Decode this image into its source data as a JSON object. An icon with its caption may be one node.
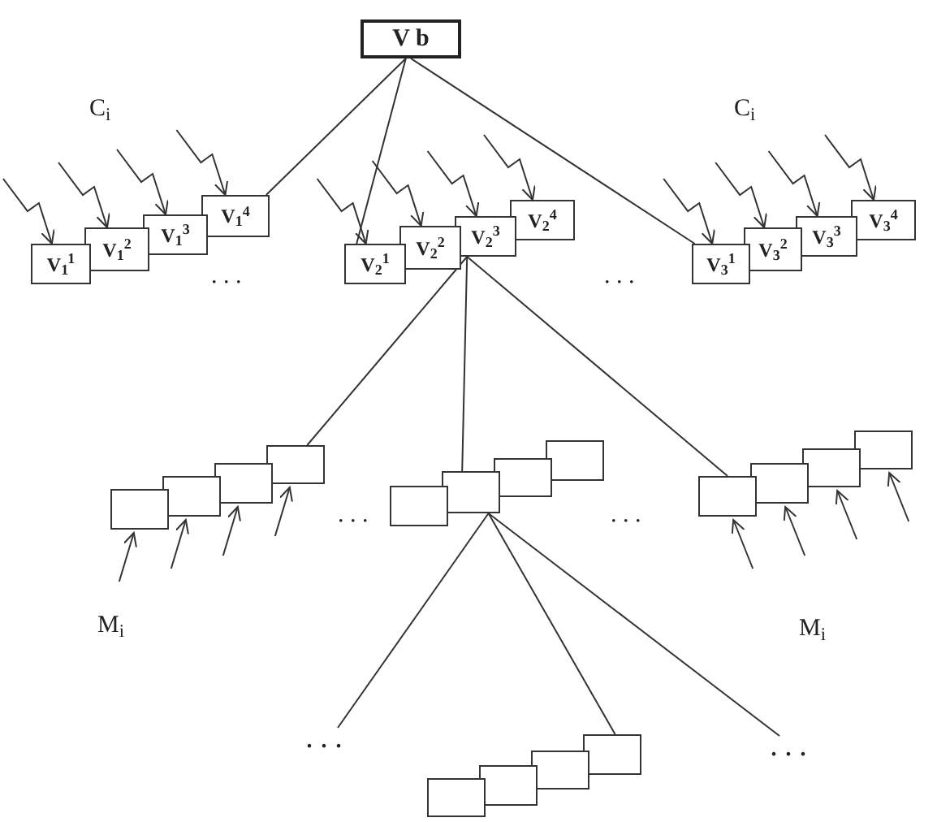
{
  "diagram": {
    "nodes": [
      {
        "text": [
          "V b"
        ]
      },
      {
        "text": [
          "V$_{1}$$^{1}$"
        ]
      },
      {
        "text": [
          "V$_{1}$$^{2}$"
        ]
      },
      {
        "text": [
          "V$_{1}$$^{3}$"
        ]
      },
      {
        "text": [
          "V$_{1}$$^{4}$"
        ]
      },
      {
        "text": [
          "V$_{2}$$^{1}$"
        ]
      },
      {
        "text": [
          "V$_{2}$$^{2}$"
        ]
      },
      {
        "text": [
          "V$_{2}$$^{3}$"
        ]
      },
      {
        "text": [
          "V$_{2}$$^{4}$"
        ]
      },
      {
        "text": [
          "V$_{3}$$^{1}$"
        ]
      },
      {
        "text": [
          "V$_{3}$$^{2}$"
        ]
      },
      {
        "text": [
          "V$_{3}$$^{3}$"
        ]
      },
      {
        "text": [
          "V$_{3}$$^{4}$"
        ]
      },
      {
        "text": [],
        "shape": "box"
      },
      {
        "text": [],
        "shape": "box"
      },
      {
        "text": [],
        "shape": "box"
      },
      {
        "text": [],
        "shape": "box"
      },
      {
        "text": [],
        "shape": "box"
      },
      {
        "text": [],
        "shape": "box"
      },
      {
        "text": [],
        "shape": "box"
      },
      {
        "text": [],
        "shape": "box"
      },
      {
        "text": [],
        "shape": "box"
      },
      {
        "text": [],
        "shape": "box"
      },
      {
        "text": [],
        "shape": "box"
      },
      {
        "text": [],
        "shape": "box"
      },
      {
        "text": [
          ". . ."
        ]
      },
      {
        "text": [],
        "shape": "box"
      },
      {
        "text": [],
        "shape": "box"
      },
      {
        "text": [],
        "shape": "box"
      },
      {
        "text": [],
        "shape": "box"
      },
      {
        "text": [
          ". . ."
        ]
      }
    ],
    "edges": [
      {
        "from": 0,
        "to": 4,
        "arrow": "none"
      },
      {
        "from": 0,
        "to": 5,
        "arrow": "none"
      },
      {
        "from": 0,
        "to": 9,
        "arrow": "none"
      },
      {
        "from": 7,
        "to": 16,
        "arrow": "none"
      },
      {
        "from": 7,
        "to": 18,
        "arrow": "none"
      },
      {
        "from": 7,
        "to": 21,
        "arrow": "none"
      },
      {
        "from": 18,
        "to": 25,
        "arrow": "none"
      },
      {
        "from": 18,
        "to": 29,
        "arrow": "none"
      },
      {
        "from": 18,
        "to": 30,
        "arrow": "none"
      },
      {
        "from": null,
        "to": 1,
        "arrow": "to"
      },
      {
        "from": null,
        "to": 2,
        "arrow": "to"
      },
      {
        "from": null,
        "to": 3,
        "arrow": "to"
      },
      {
        "from": null,
        "to": 4,
        "arrow": "to"
      },
      {
        "from": null,
        "to": 5,
        "arrow": "to"
      },
      {
        "from": null,
        "to": 6,
        "arrow": "to"
      },
      {
        "from": null,
        "to": 7,
        "arrow": "to"
      },
      {
        "from": null,
        "to": 8,
        "arrow": "to"
      },
      {
        "from": null,
        "to": 9,
        "arrow": "to"
      },
      {
        "from": null,
        "to": 10,
        "arrow": "to"
      },
      {
        "from": null,
        "to": 11,
        "arrow": "to"
      },
      {
        "from": null,
        "to": 12,
        "arrow": "to"
      },
      {
        "from": null,
        "to": 13,
        "arrow": "to"
      },
      {
        "from": null,
        "to": 14,
        "arrow": "to"
      },
      {
        "from": null,
        "to": 15,
        "arrow": "to"
      },
      {
        "from": null,
        "to": 16,
        "arrow": "to"
      },
      {
        "from": null,
        "to": 21,
        "arrow": "to"
      },
      {
        "from": null,
        "to": 22,
        "arrow": "to"
      },
      {
        "from": null,
        "to": 23,
        "arrow": "to"
      },
      {
        "from": null,
        "to": 24,
        "arrow": "to"
      }
    ],
    "labels": [
      "C$_{i}$",
      "C$_{i}$",
      ". . .",
      ". . .",
      ". . .",
      ". . .",
      "M$_{i}$",
      "M$_{i}$"
    ]
  }
}
